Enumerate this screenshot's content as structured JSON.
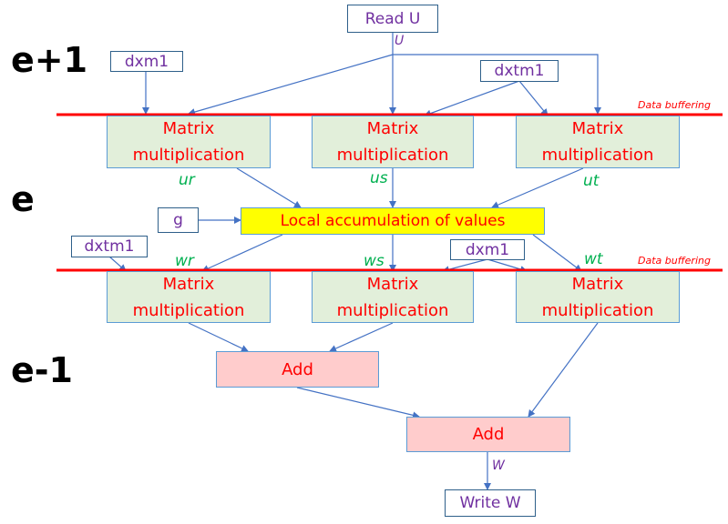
{
  "stages": {
    "top": "e+1",
    "middle": "e",
    "bottom": "e-1"
  },
  "inputs": {
    "read_u": "Read U",
    "dxm1": "dxm1",
    "dxtm1": "dxtm1",
    "g": "g",
    "write_w": "Write W"
  },
  "matrix_label_1": "Matrix",
  "matrix_label_2": "multiplication",
  "accumulate": "Local accumulation of values",
  "add": "Add",
  "buffer_label": "Data buffering",
  "vars": {
    "u": "U",
    "w": "W",
    "ur": "ur",
    "us": "us",
    "ut": "ut",
    "wr": "wr",
    "ws": "ws",
    "wt": "wt"
  },
  "colors": {
    "buffer_line": "#ff0000",
    "arrow": "#4472c4",
    "matrix_fill": "#e2efda",
    "accumulate_fill": "#ffff00",
    "add_fill": "#ffcccc"
  }
}
